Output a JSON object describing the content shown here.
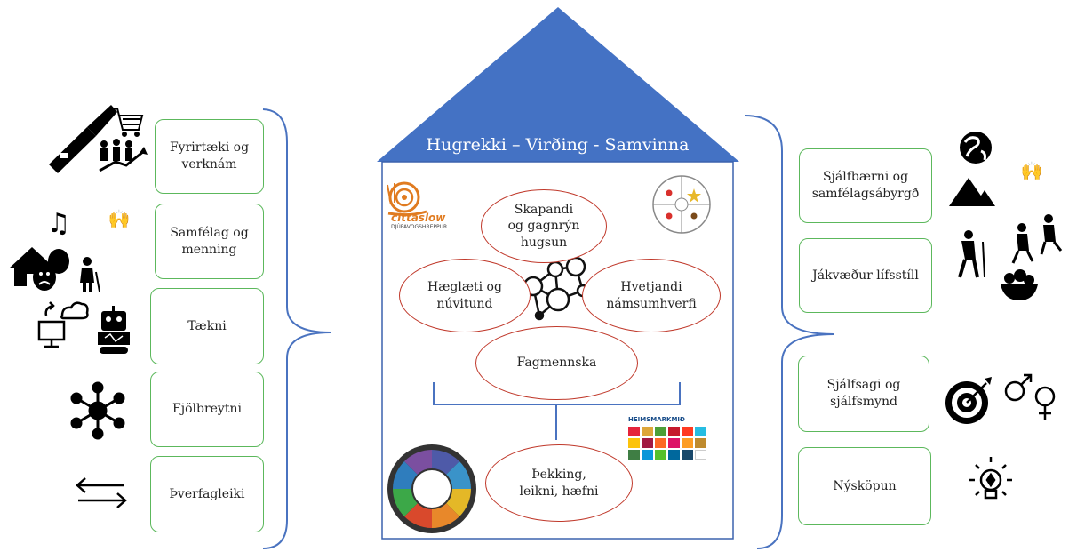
{
  "house": {
    "title": "Hugrekki – Virðing - Samvinna",
    "center_ellipses": [
      {
        "label": "Skapandi og gagnrýn hugsun"
      },
      {
        "label": "Hæglæti og núvitund"
      },
      {
        "label": "Hvetjandi námsumhverfi"
      },
      {
        "label": "Fagmennska"
      },
      {
        "label": "Þekking, leikni, hæfni"
      }
    ],
    "logos": {
      "cittaslow_name": "cittaslow",
      "cittaslow_sub": "DJÚPAVOGSHREPPUR",
      "heimsmarkmid": "HEIMSMARKMIÐ"
    }
  },
  "left_boxes": [
    {
      "label": "Fyrirtæki og verknám"
    },
    {
      "label": "Samfélag og menning"
    },
    {
      "label": "Tækni"
    },
    {
      "label": "Fjölbreytni"
    },
    {
      "label": "Þverfagleiki"
    }
  ],
  "right_boxes": [
    {
      "label": "Sjálfbærni og samfélagsábyrgð"
    },
    {
      "label": "Jákvæður lífsstíll"
    },
    {
      "label": "Sjálfsagi og sjálfsmynd"
    },
    {
      "label": "Nýsköpun"
    }
  ],
  "icons": {
    "saw": "saw-icon",
    "cart": "shopping-cart-icon",
    "growth": "people-growth-icon",
    "music": "music-note-icon",
    "crowd": "crowd-icon",
    "house": "house-icon",
    "theater": "theater-masks-icon",
    "elder": "elderly-person-icon",
    "computer": "computer-cloud-icon",
    "robot": "robot-icon",
    "network": "hub-network-icon",
    "arrows": "left-right-arrows-icon",
    "globe": "globe-icon",
    "mountain": "mountain-icon",
    "hiker": "hiker-icon",
    "dancers": "dancers-icon",
    "fruit": "fruit-bowl-icon",
    "target": "target-icon",
    "gender": "gender-symbols-icon",
    "bulb": "lightbulb-icon"
  },
  "colors": {
    "roof": "#4472c4",
    "house_border": "#3b62ad",
    "box_border": "#5cb85c",
    "ellipse_border": "#c0392b",
    "brace": "#4a73c0",
    "connector": "#4a73c0"
  }
}
